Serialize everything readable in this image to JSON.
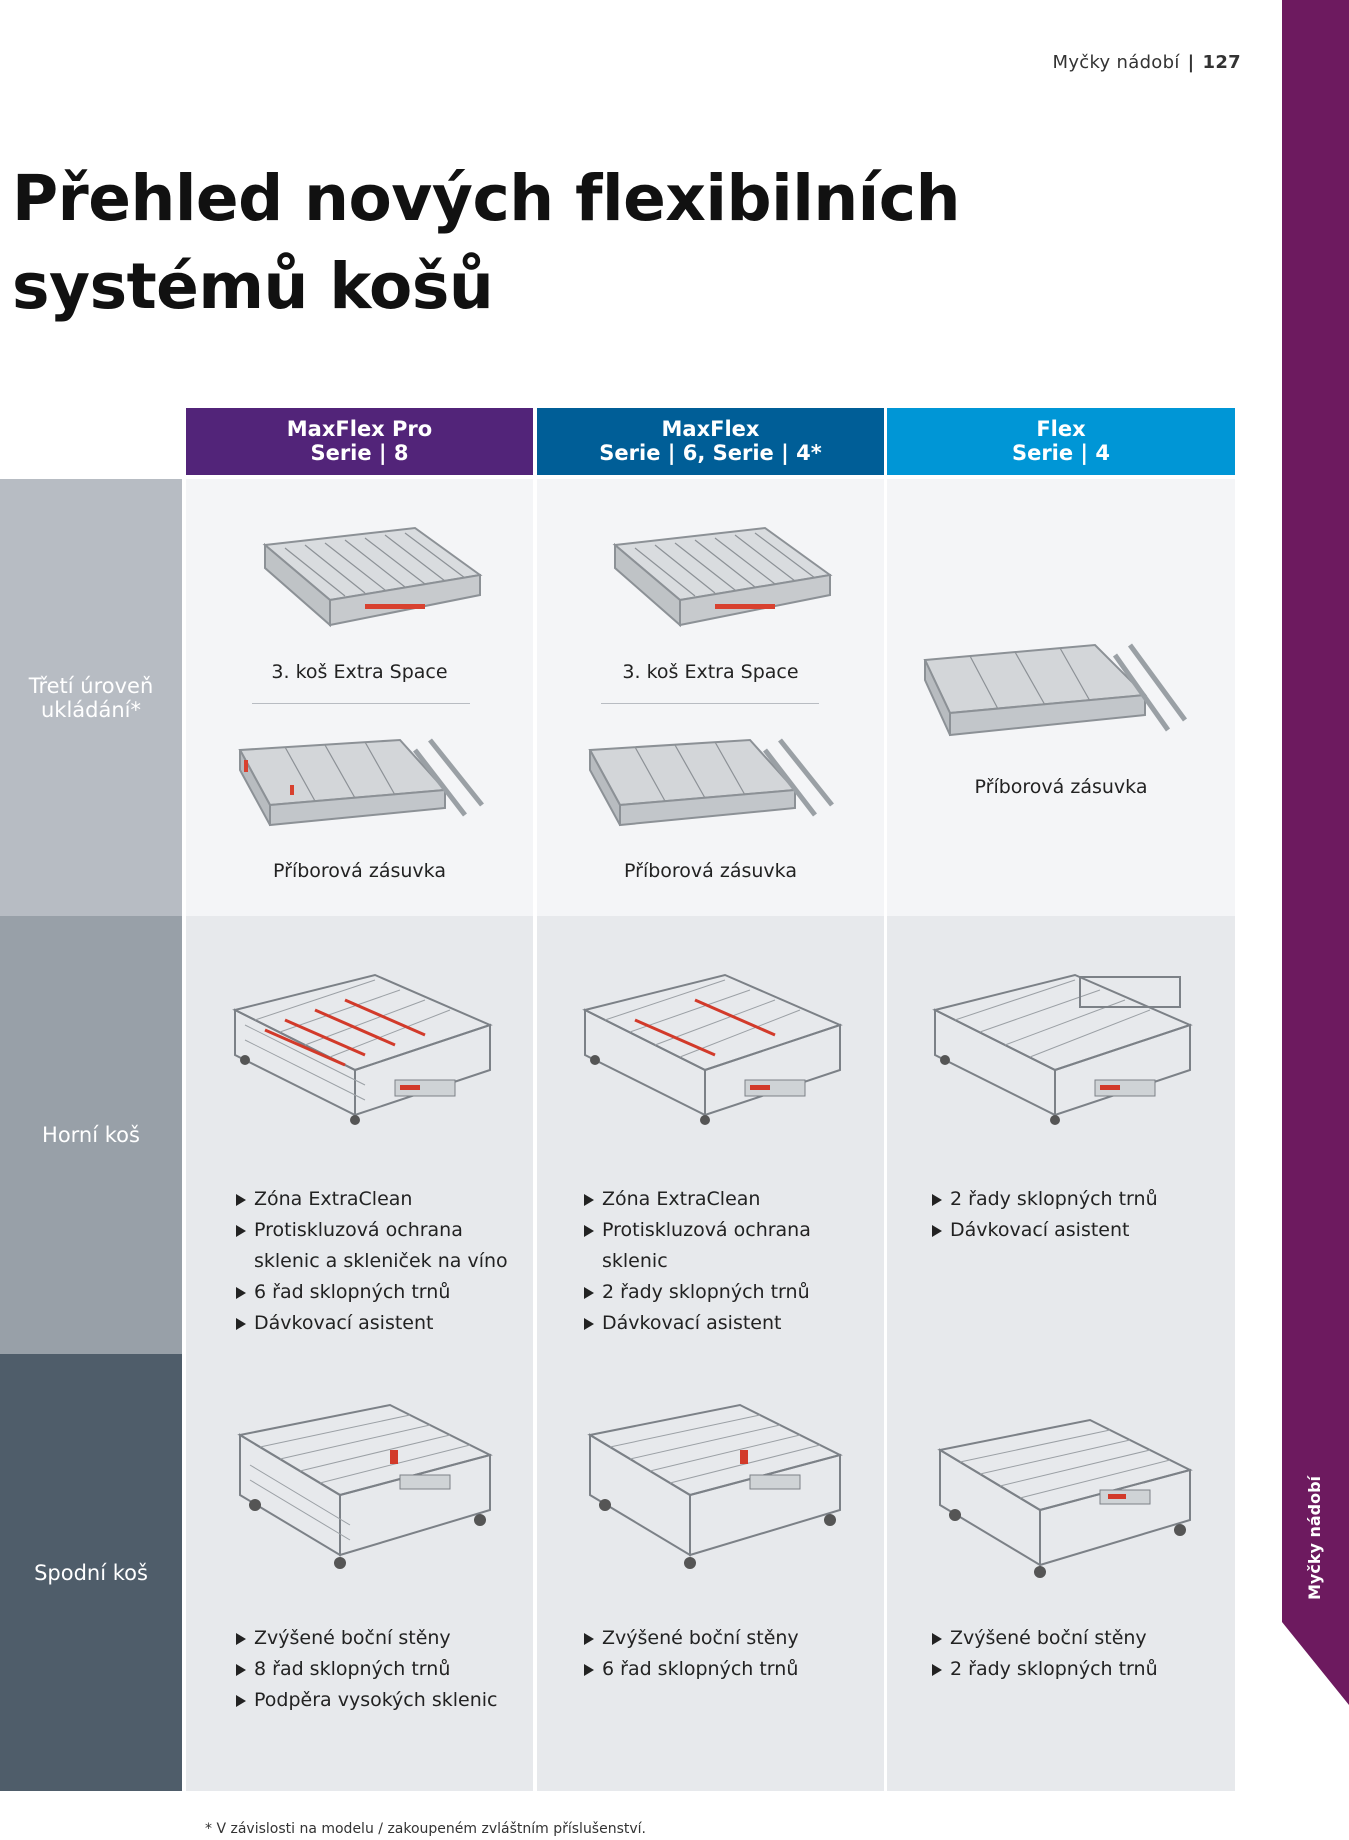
{
  "header": {
    "section": "Myčky nádobí",
    "page": "127"
  },
  "title": {
    "line1": "Přehled nových flexibilních",
    "line2": "systémů košů"
  },
  "sidebar": {
    "label": "Myčky nádobí",
    "color": "#6d1a5f"
  },
  "columns": [
    {
      "line1": "MaxFlex Pro",
      "line2": "Serie | 8",
      "color": "#522479"
    },
    {
      "line1": "MaxFlex",
      "line2": "Serie | 6, Serie | 4*",
      "color": "#005e97"
    },
    {
      "line1": "Flex",
      "line2": "Serie | 4",
      "color": "#0096d6"
    }
  ],
  "rows": [
    {
      "label_line1": "Třetí úroveň",
      "label_line2": "ukládání*",
      "color": "#b7bcc3"
    },
    {
      "label": "Horní koš",
      "color": "#98a0a8"
    },
    {
      "label": "Spodní koš",
      "color": "#4f5d6a"
    }
  ],
  "third_level": {
    "col1": {
      "caption_top": "3. koš Extra Space",
      "caption_bottom": "Příborová zásuvka"
    },
    "col2": {
      "caption_top": "3. koš Extra Space",
      "caption_bottom": "Příborová zásuvka"
    },
    "col3": {
      "caption": "Příborová zásuvka"
    }
  },
  "upper_basket": {
    "col1": [
      "Zóna ExtraClean",
      "Protiskluzová ochrana",
      "sklenic a skleniček na víno",
      "6 řad sklopných trnů",
      "Dávkovací asistent"
    ],
    "col2": [
      "Zóna ExtraClean",
      "Protiskluzová ochrana",
      "sklenic",
      "2 řady sklopných trnů",
      "Dávkovací asistent"
    ],
    "col3": [
      "2 řady sklopných trnů",
      "Dávkovací asistent"
    ]
  },
  "lower_basket": {
    "col1": [
      "Zvýšené boční stěny",
      "8 řad sklopných trnů",
      "Podpěra vysokých sklenic"
    ],
    "col2": [
      "Zvýšené boční stěny",
      "6 řad sklopných trnů"
    ],
    "col3": [
      "Zvýšené boční stěny",
      "2 řady sklopných trnů"
    ]
  },
  "footnote": "* V závislosti na modelu / zakoupeném zvláštním příslušenství."
}
